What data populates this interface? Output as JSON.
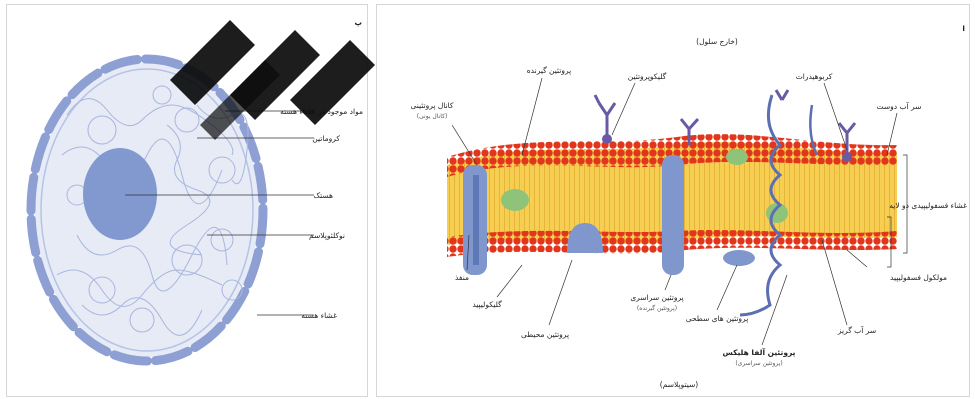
{
  "left_panel": {
    "corner_mark": "پ",
    "labels": {
      "nuclear_pore_molecules": "مواد موجود در غشاء هسته",
      "chromatin": "کروماتین",
      "nucleolus": "هستک",
      "nucleoplasm": "نوکلئوپلاسم",
      "nuclear_membrane": "غشاء هسته"
    }
  },
  "right_panel": {
    "corner_mark": "ا",
    "top_caption": "(خارج سلول)",
    "bottom_caption": "(سیتوپلاسم)",
    "labels": {
      "protein_channel": "کانال پروتئینی",
      "protein_channel_sub": "(کانال یونی)",
      "receptor_protein": "پروتئین گیرنده",
      "glycoprotein": "گلیکوپروتئین",
      "carbohydrates": "کربوهیدرات",
      "hydrophilic_head": "سر آب دوست",
      "phospholipid_bilayer": "غشاء فسفولیپیدی دو لایه",
      "phospholipid_molecule": "مولکول فسفولیپید",
      "hydrophobic_tail": "سر آب گریز",
      "pore": "منفذ",
      "glycolipid": "گلیکولیپید",
      "peripheral_protein": "پروتئین محیطی",
      "transmembrane_protein": "پروتئین سراسری",
      "transmembrane_protein_sub": "(پروتئین گیرنده)",
      "surface_protein": "پروتئین های سطحی",
      "alpha_helix_protein": "پروتئین آلفا هلیکس",
      "alpha_helix_protein_sub": "(پروتئین سراسری)"
    }
  },
  "colors": {
    "cell_fill": "#e4e9f5",
    "nucleus_fill": "#8199cf",
    "membrane_segments": "#8ea0d3",
    "head_red": "#e2361c",
    "tail_yellow": "#f2c237",
    "protein_blue": "#7f97cc",
    "glyco_purple": "#6a5aa6",
    "watermark": "#0a0a0a"
  }
}
